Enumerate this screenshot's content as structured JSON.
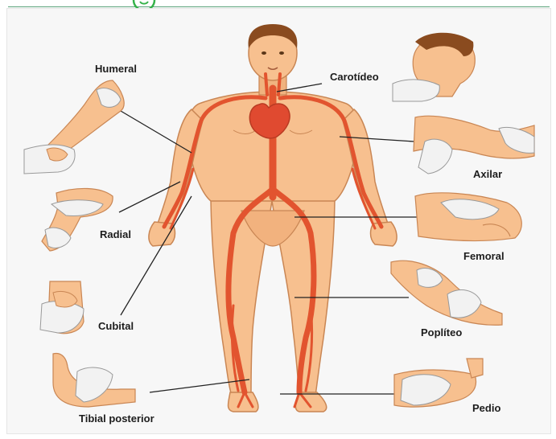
{
  "labels": {
    "humeral": "Humeral",
    "carotideo": "Carotídeo",
    "axilar": "Axilar",
    "radial": "Radial",
    "femoral": "Femoral",
    "cubital": "Cubital",
    "popliteo": "Poplíteo",
    "tibial_posterior": "Tibial posterior",
    "pedio": "Pedio"
  },
  "colors": {
    "skin": "#f7c08f",
    "skin_shadow": "#e7a370",
    "artery": "#e2542f",
    "artery_dark": "#b93a22",
    "heart": "#e04a30",
    "hair": "#8a4b1f",
    "glove": "#f2f2f2",
    "leader_line": "#222222",
    "logo": "#35b24a"
  }
}
